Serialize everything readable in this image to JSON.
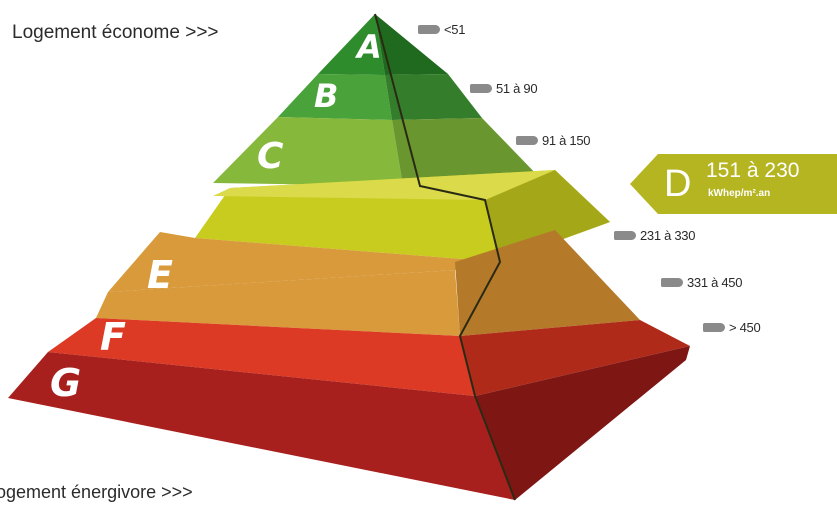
{
  "captions": {
    "top": "Logement économe  >>>",
    "bottom": "ogement énergivore  >>>"
  },
  "classes": [
    {
      "letter": "A",
      "range": "<51",
      "color": "#2e8c2c",
      "shade": "#1f6a1e"
    },
    {
      "letter": "B",
      "range": "51 à 90",
      "color": "#4aa23a",
      "shade": "#347d2a"
    },
    {
      "letter": "C",
      "range": "91 à 150",
      "color": "#86b83c",
      "shade": "#6a9630"
    },
    {
      "letter": "D",
      "range": "151 à 230",
      "color": "#c8cc1e",
      "shade": "#a4a818"
    },
    {
      "letter": "E",
      "range": "231 à 330",
      "color": "#d89a3a",
      "shade": "#b47a2a"
    },
    {
      "letter": "F",
      "range": "331 à 450",
      "color": "#dc3a24",
      "shade": "#b02a1a"
    },
    {
      "letter": "G",
      "range": "> 450",
      "color": "#a8201e",
      "shade": "#7e1614"
    }
  ],
  "current": {
    "letter": "D",
    "range": "151 à 230",
    "unit": "kWhep/m².an",
    "color": "#b5b521"
  }
}
